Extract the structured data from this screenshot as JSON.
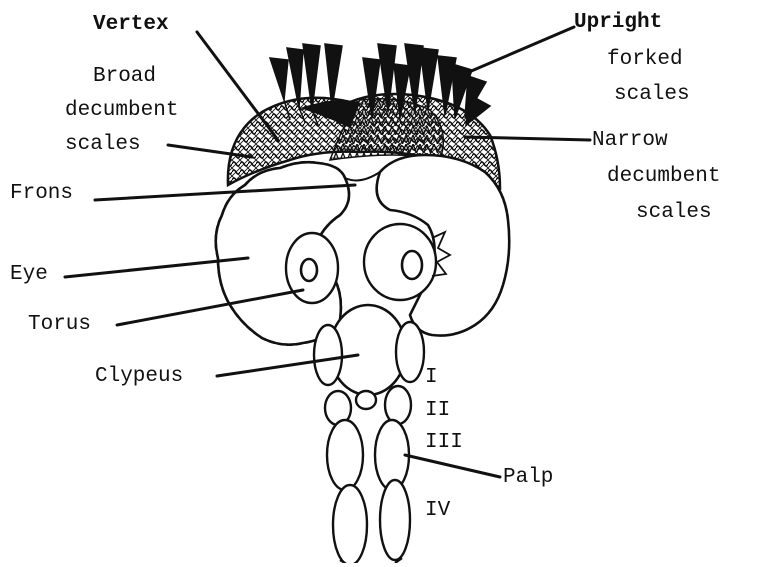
{
  "labels": {
    "vertex": "Vertex",
    "upright": {
      "l1": "Upright",
      "l2": "forked",
      "l3": "scales"
    },
    "broad": {
      "l1": "Broad",
      "l2": "decumbent",
      "l3": "scales"
    },
    "narrow": {
      "l1": "Narrow",
      "l2": "decumbent",
      "l3": "scales"
    },
    "frons": "Frons",
    "eye": "Eye",
    "torus": "Torus",
    "clypeus": "Clypeus",
    "palp": "Palp",
    "segments": [
      "I",
      "II",
      "III",
      "IV"
    ]
  },
  "colors": {
    "ink": "#111111",
    "paper": "#ffffff"
  }
}
